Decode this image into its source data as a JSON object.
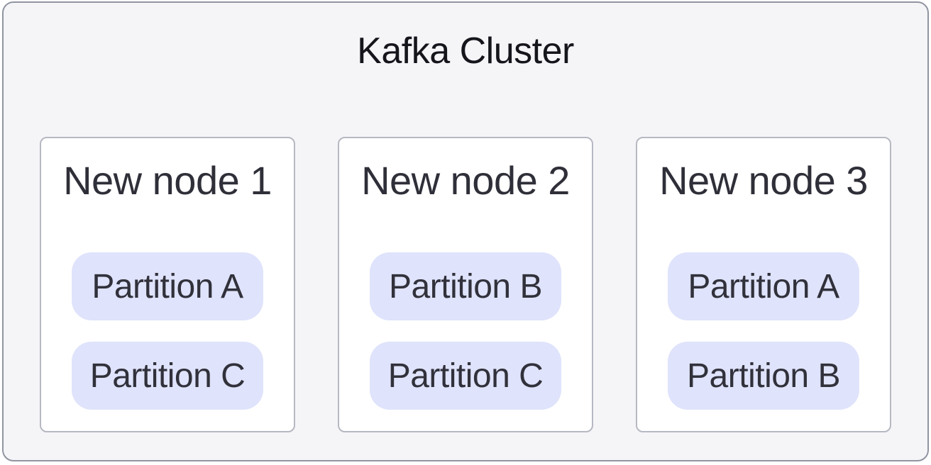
{
  "diagram": {
    "title": "Kafka Cluster",
    "nodes": [
      {
        "label": "New node 1",
        "partitions": [
          "Partition A",
          "Partition C"
        ]
      },
      {
        "label": "New node 2",
        "partitions": [
          "Partition B",
          "Partition C"
        ]
      },
      {
        "label": "New node 3",
        "partitions": [
          "Partition A",
          "Partition B"
        ]
      }
    ]
  },
  "colors": {
    "container_background": "#f5f5f8",
    "container_border": "#9195a1",
    "card_background": "#ffffff",
    "card_border": "#b6b8c2",
    "partition_background": "#dfe3fb",
    "title_text": "#15151c",
    "body_text": "#31313b"
  }
}
